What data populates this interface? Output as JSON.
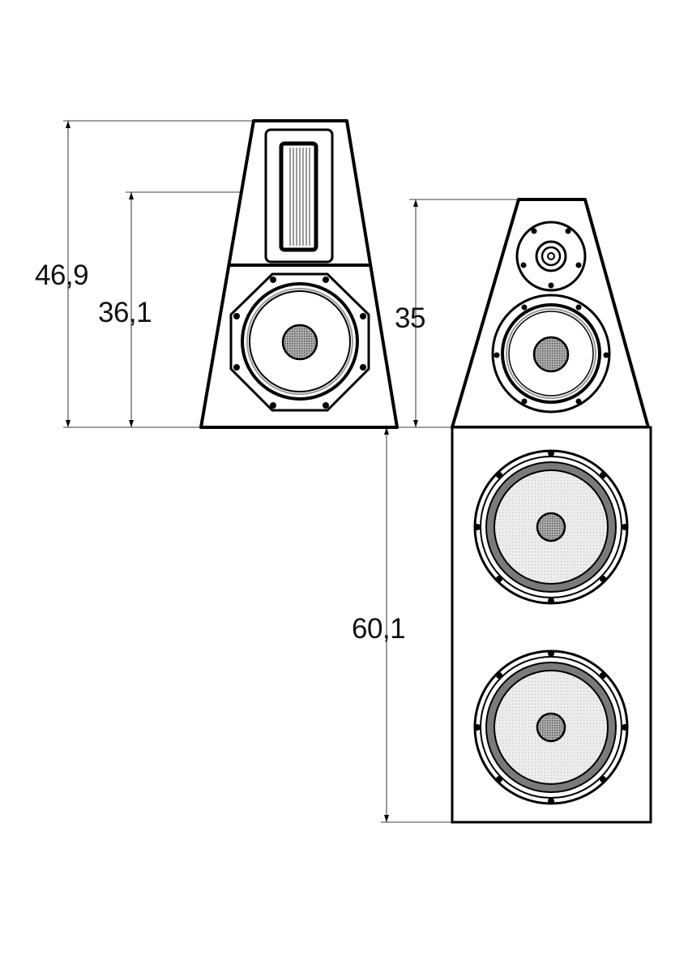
{
  "dimensions": {
    "left_total_height": "46,9",
    "left_lower_height": "36,1",
    "right_top_height": "35",
    "right_bass_height": "60,1"
  },
  "colors": {
    "line": "#000000",
    "cap_fill": "#8a8a8a",
    "surround_fill": "#7a7a7a",
    "cone_fill": "#e2e2e2"
  }
}
